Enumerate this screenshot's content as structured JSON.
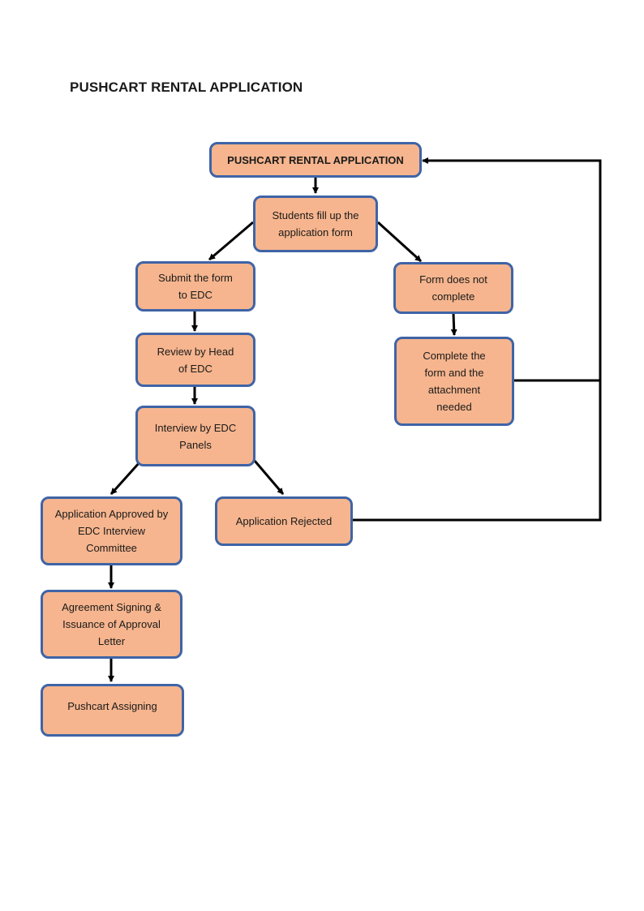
{
  "title": "PUSHCART RENTAL APPLICATION",
  "nodes": {
    "start": "PUSHCART RENTAL APPLICATION",
    "fill_form": "Students fill up the application form",
    "submit_form": "Submit the form to EDC",
    "incomplete": "Form does not complete",
    "complete_form": "Complete the form and the attachment needed",
    "review": "Review by Head of EDC",
    "interview": "Interview by EDC Panels",
    "approved": "Application Approved by EDC Interview Committee",
    "rejected": "Application Rejected",
    "agreement": "Agreement Signing & Issuance of Approval Letter",
    "assigning": "Pushcart Assigning"
  },
  "colors": {
    "box_fill": "#f6b58e",
    "box_border": "#3f64a6",
    "connector": "#000000"
  }
}
